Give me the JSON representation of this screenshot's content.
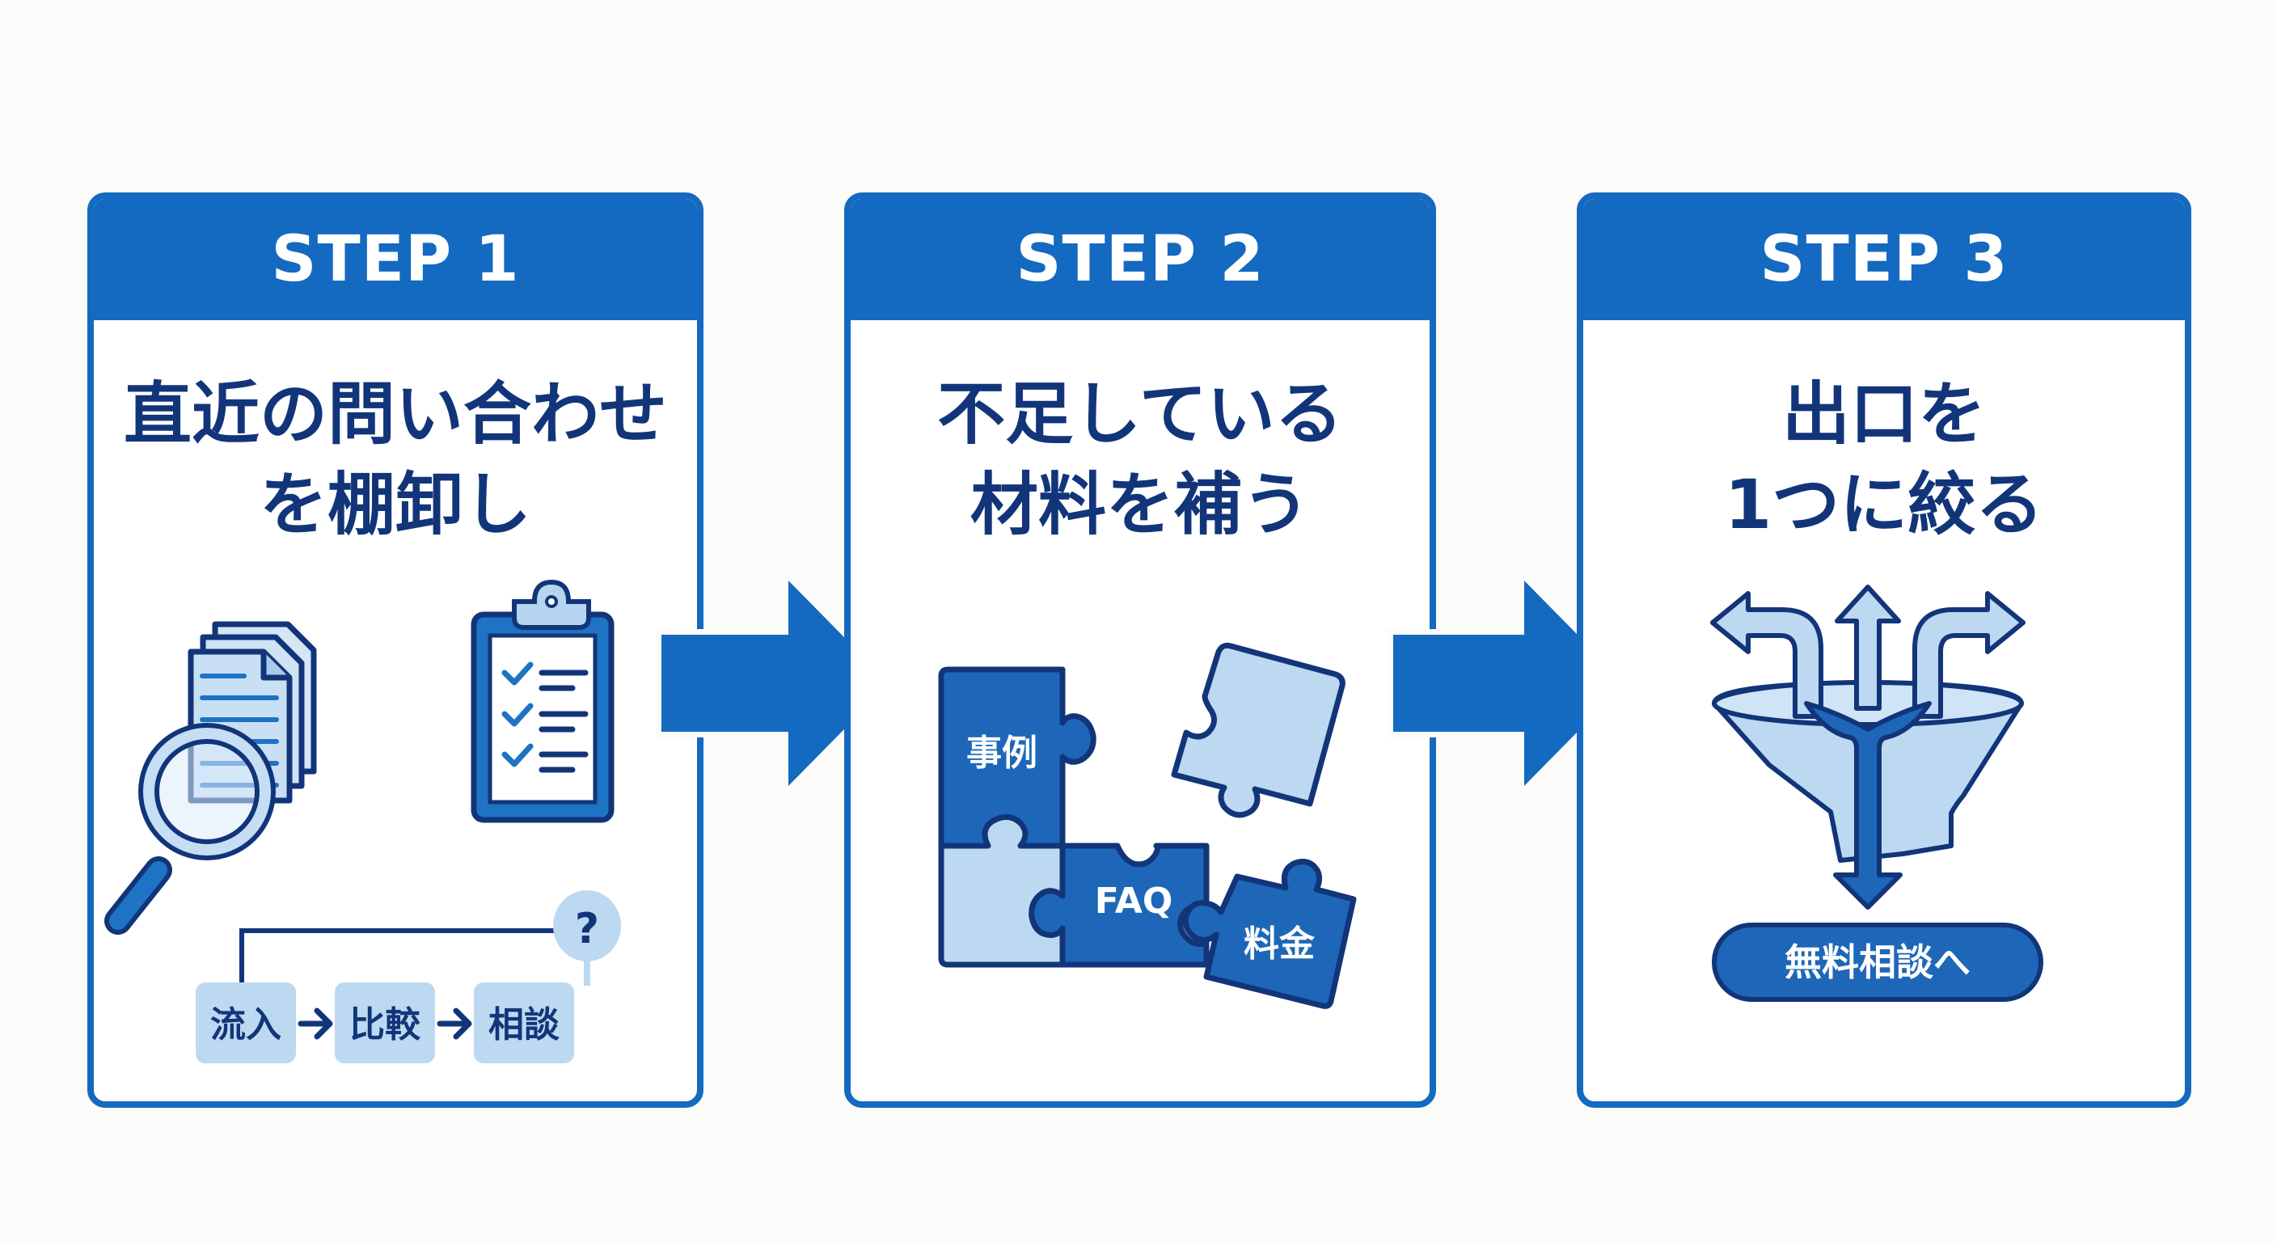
{
  "colors": {
    "primary_blue": "#1469c0",
    "navy": "#12357a",
    "light_blue": "#bcd9f1",
    "background": "#fbfbf9"
  },
  "steps": [
    {
      "header": "STEP 1",
      "title_lines": [
        "直近の問い合わせ",
        "を棚卸し"
      ],
      "illustration": {
        "icons": [
          "documents-stack-icon",
          "magnifying-glass-icon",
          "clipboard-checklist-icon",
          "question-bubble-icon"
        ],
        "flow": [
          "流入",
          "比較",
          "相談"
        ],
        "question_mark": "?"
      }
    },
    {
      "header": "STEP 2",
      "title_lines": [
        "不足している",
        "材料を補う"
      ],
      "illustration": {
        "icons": [
          "puzzle-pieces-icon"
        ],
        "pieces": [
          "事例",
          "FAQ",
          "料金"
        ]
      }
    },
    {
      "header": "STEP 3",
      "title_lines": [
        "出口を",
        "1つに絞る"
      ],
      "illustration": {
        "icons": [
          "funnel-icon",
          "branching-arrows-icon"
        ],
        "cta": "無料相談へ"
      }
    }
  ],
  "connectors": [
    "right-arrow-icon",
    "right-arrow-icon"
  ]
}
